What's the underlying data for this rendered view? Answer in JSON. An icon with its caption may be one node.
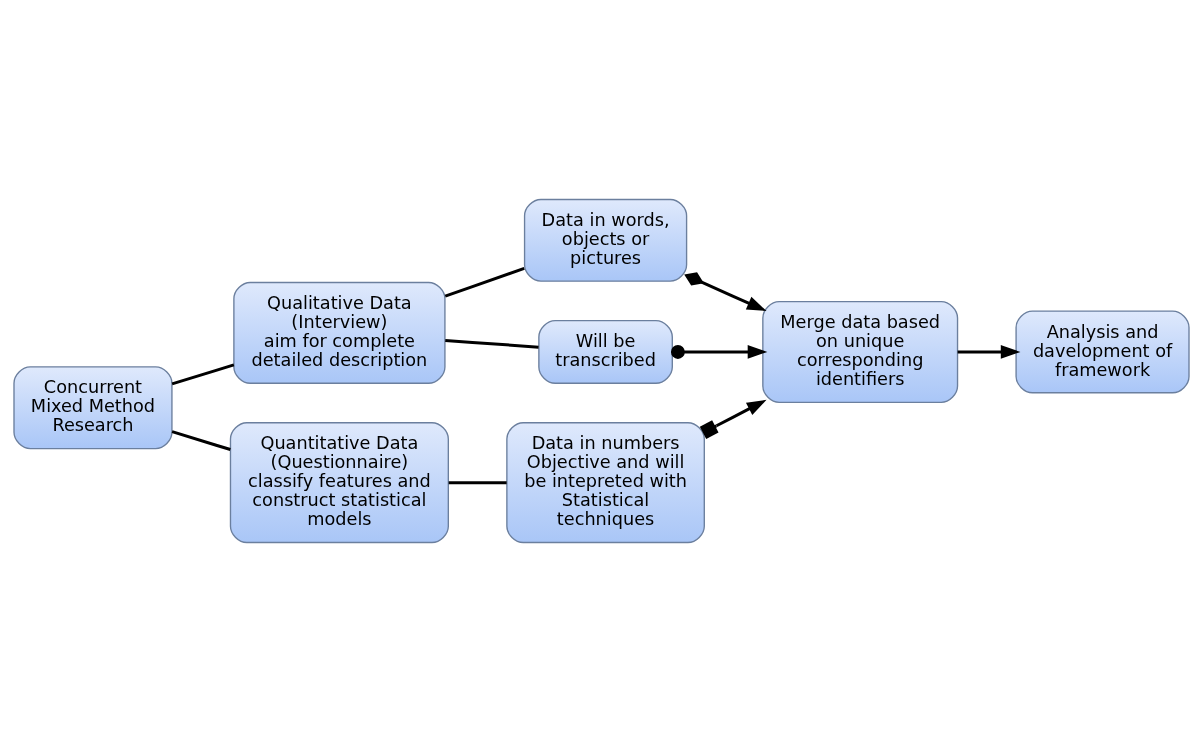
{
  "diagram": {
    "nodes": [
      {
        "text": [
          "Concurrent Mixed Method Research"
        ]
      },
      {
        "text": [
          "Qualitative Data",
          "(Interview)",
          "aim for complete detailed description"
        ]
      },
      {
        "text": [
          "Data in words, objects or pictures"
        ]
      },
      {
        "text": [
          "Will be transcribed"
        ]
      },
      {
        "text": [
          "Quantitative Data",
          "(Questionnaire)",
          "classify features and construct statistical models"
        ]
      },
      {
        "text": [
          "Data in numbers Objective and will be intepreted with Statistical techniques"
        ]
      },
      {
        "text": [
          "Merge data based on unique corresponding identifiers"
        ]
      },
      {
        "text": [
          "Analysis and davelopment of framework"
        ]
      }
    ],
    "edges": [
      {
        "from": 0,
        "to": 1,
        "arrow": "none"
      },
      {
        "from": 0,
        "to": 4,
        "arrow": "none"
      },
      {
        "from": 1,
        "to": 2,
        "arrow": "none"
      },
      {
        "from": 1,
        "to": 3,
        "arrow": "none"
      },
      {
        "from": 2,
        "to": 6,
        "arrow": "to"
      },
      {
        "from": 3,
        "to": 6,
        "arrow": "to"
      },
      {
        "from": 4,
        "to": 5,
        "arrow": "none"
      },
      {
        "from": 5,
        "to": 6,
        "arrow": "to"
      },
      {
        "from": 6,
        "to": 7,
        "arrow": "to"
      }
    ]
  }
}
